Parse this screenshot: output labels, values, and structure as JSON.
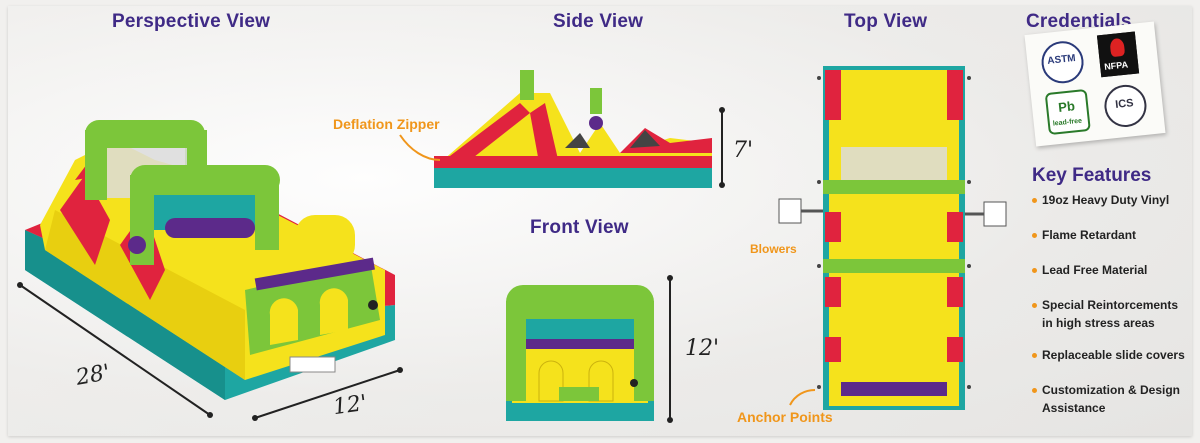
{
  "views": {
    "perspective": "Perspective View",
    "side": "Side View",
    "front": "Front View",
    "top": "Top View",
    "credentials": "Credentials"
  },
  "callouts": {
    "deflation_zipper": "Deflation Zipper",
    "blowers": "Blowers",
    "anchor_points": "Anchor Points"
  },
  "dimensions": {
    "length": "28'",
    "width": "12'",
    "side_height": "7'",
    "front_height": "12'"
  },
  "badges": {
    "astm": "ASTM",
    "nfpa": "NFPA",
    "pb": "Pb",
    "lead_free": "lead-free",
    "ics": "ICS"
  },
  "features": {
    "title": "Key Features",
    "items": [
      "19oz Heavy Duty Vinyl",
      "Flame Retardant",
      "Lead Free Material",
      "Special Reintorcements in high stress areas",
      "Replaceable slide covers",
      "Customization & Design Assistance"
    ]
  },
  "colors": {
    "title": "#3f2a86",
    "callout": "#f0961b",
    "yellow": "#f5e21c",
    "red": "#e0233e",
    "green": "#7cc63a",
    "teal": "#1ea6a2",
    "purple": "#5c2a8a"
  }
}
